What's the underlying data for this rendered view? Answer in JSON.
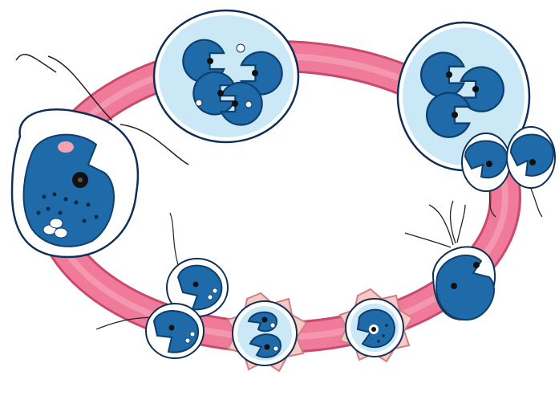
{
  "diagram": {
    "colors": {
      "ring": "#f07a9a",
      "ring_edge": "#c94a6c",
      "cyst_fill": "#cbe8f6",
      "cell_blue": "#1f6aa8",
      "cell_dark": "#0e3f6e",
      "petal": "#f6c9c4",
      "petal_edge": "#cf7f86",
      "membrane": "#ffffff",
      "outline": "#0f2f55"
    },
    "stages": [
      {
        "name": "large-flagellate-cell"
      },
      {
        "name": "cyst-four-cells"
      },
      {
        "name": "cyst-three-cells"
      },
      {
        "name": "released-pair"
      },
      {
        "name": "flagellate-dividing"
      },
      {
        "name": "flower-cyst-single"
      },
      {
        "name": "flower-cyst-two"
      },
      {
        "name": "small-pair"
      }
    ]
  }
}
